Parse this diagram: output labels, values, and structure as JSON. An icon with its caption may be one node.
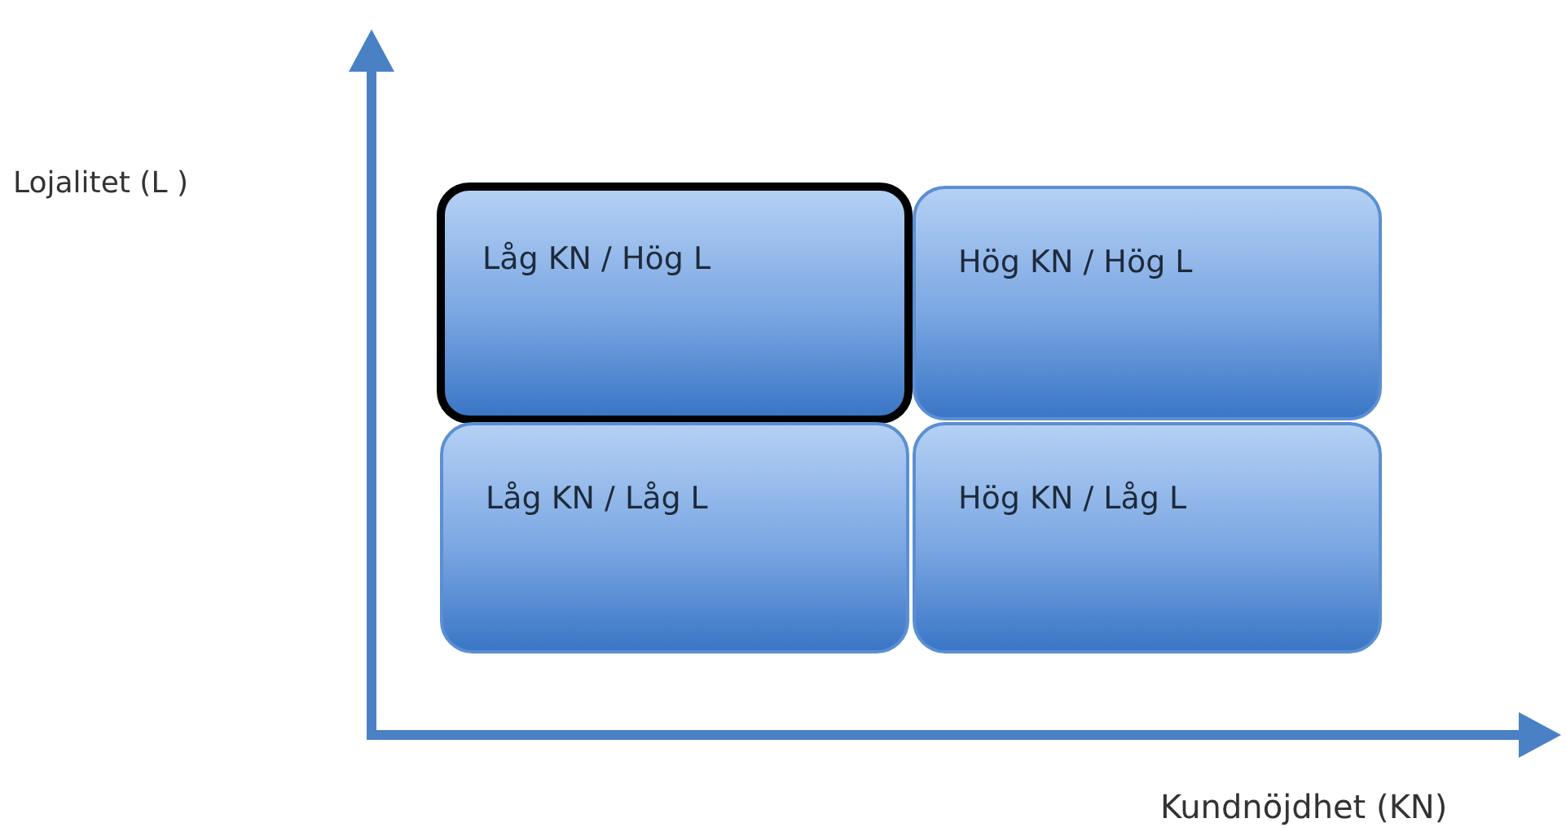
{
  "diagram": {
    "nodes": [
      {
        "text": [
          "Låg KN / Hög L"
        ]
      },
      {
        "text": [
          "Hög KN / Hög L"
        ]
      },
      {
        "text": [
          "Låg KN / Låg L"
        ]
      },
      {
        "text": [
          "Hög KN / Låg L"
        ]
      }
    ],
    "labels": [
      "Lojalitet (L )",
      "Kundnöjdhet (KN)"
    ]
  }
}
